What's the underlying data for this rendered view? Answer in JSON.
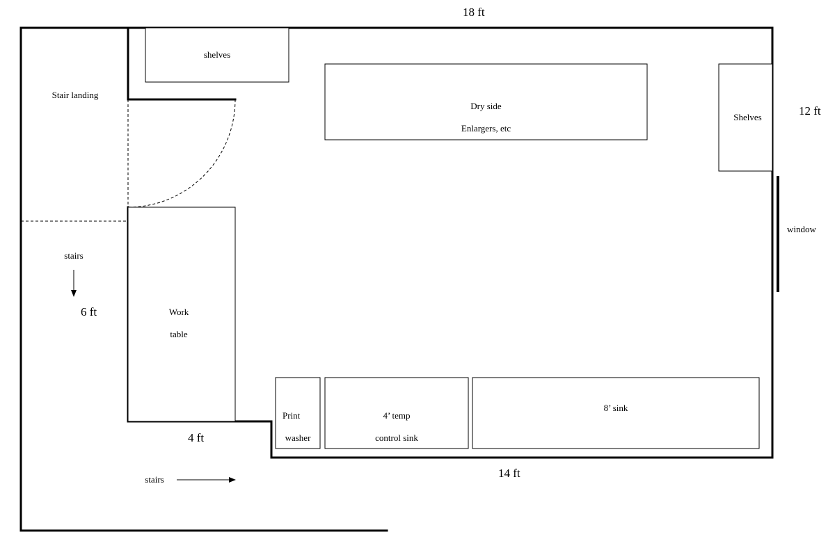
{
  "dimensions": {
    "top": "18 ft",
    "right": "12 ft",
    "stairs_width": "6 ft",
    "work_area_bottom": "4 ft",
    "bottom": "14 ft"
  },
  "areas": {
    "stair_landing": "Stair landing",
    "stairs_down": "stairs",
    "stairs_right": "stairs"
  },
  "fixtures": {
    "shelves_top": "shelves",
    "dry_side_line1": "Dry side",
    "dry_side_line2": "Enlargers, etc",
    "shelves_right": "Shelves",
    "window": "window",
    "work_table_line1": "Work",
    "work_table_line2": "table",
    "print_washer_line1": "Print",
    "print_washer_line2": "washer",
    "temp_sink_line1": "4’ temp",
    "temp_sink_line2": "control sink",
    "eight_sink": "8’ sink"
  }
}
